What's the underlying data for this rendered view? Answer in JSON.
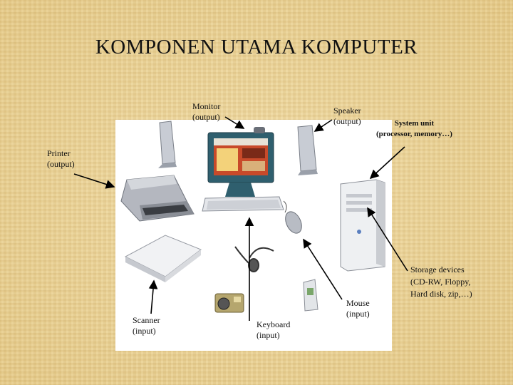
{
  "title": "KOMPONEN UTAMA KOMPUTER",
  "labels": {
    "monitor": {
      "line1": "Monitor",
      "line2": "(output)"
    },
    "speaker": {
      "line1": "Speaker",
      "line2": "(output)"
    },
    "system_unit": {
      "line1": "System unit",
      "line2": "(processor, memory…)"
    },
    "printer": {
      "line1": "Printer",
      "line2": "(output)"
    },
    "storage": {
      "line1": "Storage devices",
      "line2": "(CD-RW, Floppy,",
      "line3": "Hard disk, zip,…)"
    },
    "mouse": {
      "line1": "Mouse",
      "line2": "(input)"
    },
    "scanner": {
      "line1": "Scanner",
      "line2": "(input)"
    },
    "keyboard": {
      "line1": "Keyboard",
      "line2": "(input)"
    }
  }
}
